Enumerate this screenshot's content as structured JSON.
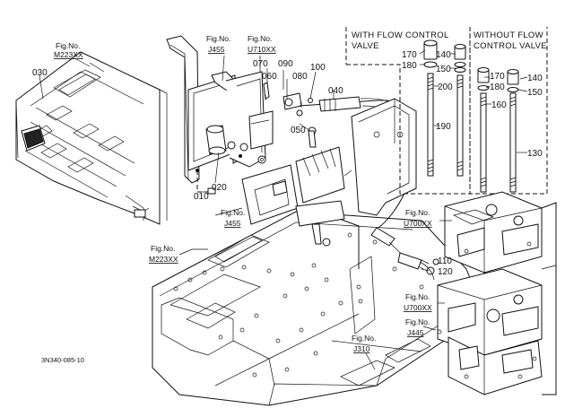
{
  "refs": [
    {
      "id": "m223-top",
      "fig_label": "Fig.No.",
      "code": "M223XX"
    },
    {
      "id": "j455-top",
      "fig_label": "Fig.No.",
      "code": "J455"
    },
    {
      "id": "u710",
      "fig_label": "Fig.No.",
      "code": "U710XX"
    },
    {
      "id": "j455-mid",
      "fig_label": "Fig.No.",
      "code": "J455"
    },
    {
      "id": "u700-top",
      "fig_label": "Fig.No.",
      "code": "U700XX"
    },
    {
      "id": "m223-mid",
      "fig_label": "Fig.No.",
      "code": "M223XX"
    },
    {
      "id": "u700-bot",
      "fig_label": "Fig.No.",
      "code": "U700XX"
    },
    {
      "id": "j445",
      "fig_label": "Fig.No.",
      "code": "J445"
    },
    {
      "id": "j310",
      "fig_label": "Fig.No.",
      "code": "J310"
    }
  ],
  "parts": [
    "030",
    "070",
    "090",
    "100",
    "060",
    "080",
    "040",
    "050",
    "010",
    "020",
    "170",
    "180",
    "140",
    "150",
    "200",
    "190",
    "170",
    "180",
    "140",
    "150",
    "160",
    "130",
    "110",
    "120"
  ],
  "boxes": {
    "with_flow": [
      "WITH FLOW CONTROL",
      "VALVE"
    ],
    "without_flow": [
      "WITHOUT FLOW",
      "CONTROL VALVE"
    ]
  },
  "drawing_code": "3N340-085-10"
}
